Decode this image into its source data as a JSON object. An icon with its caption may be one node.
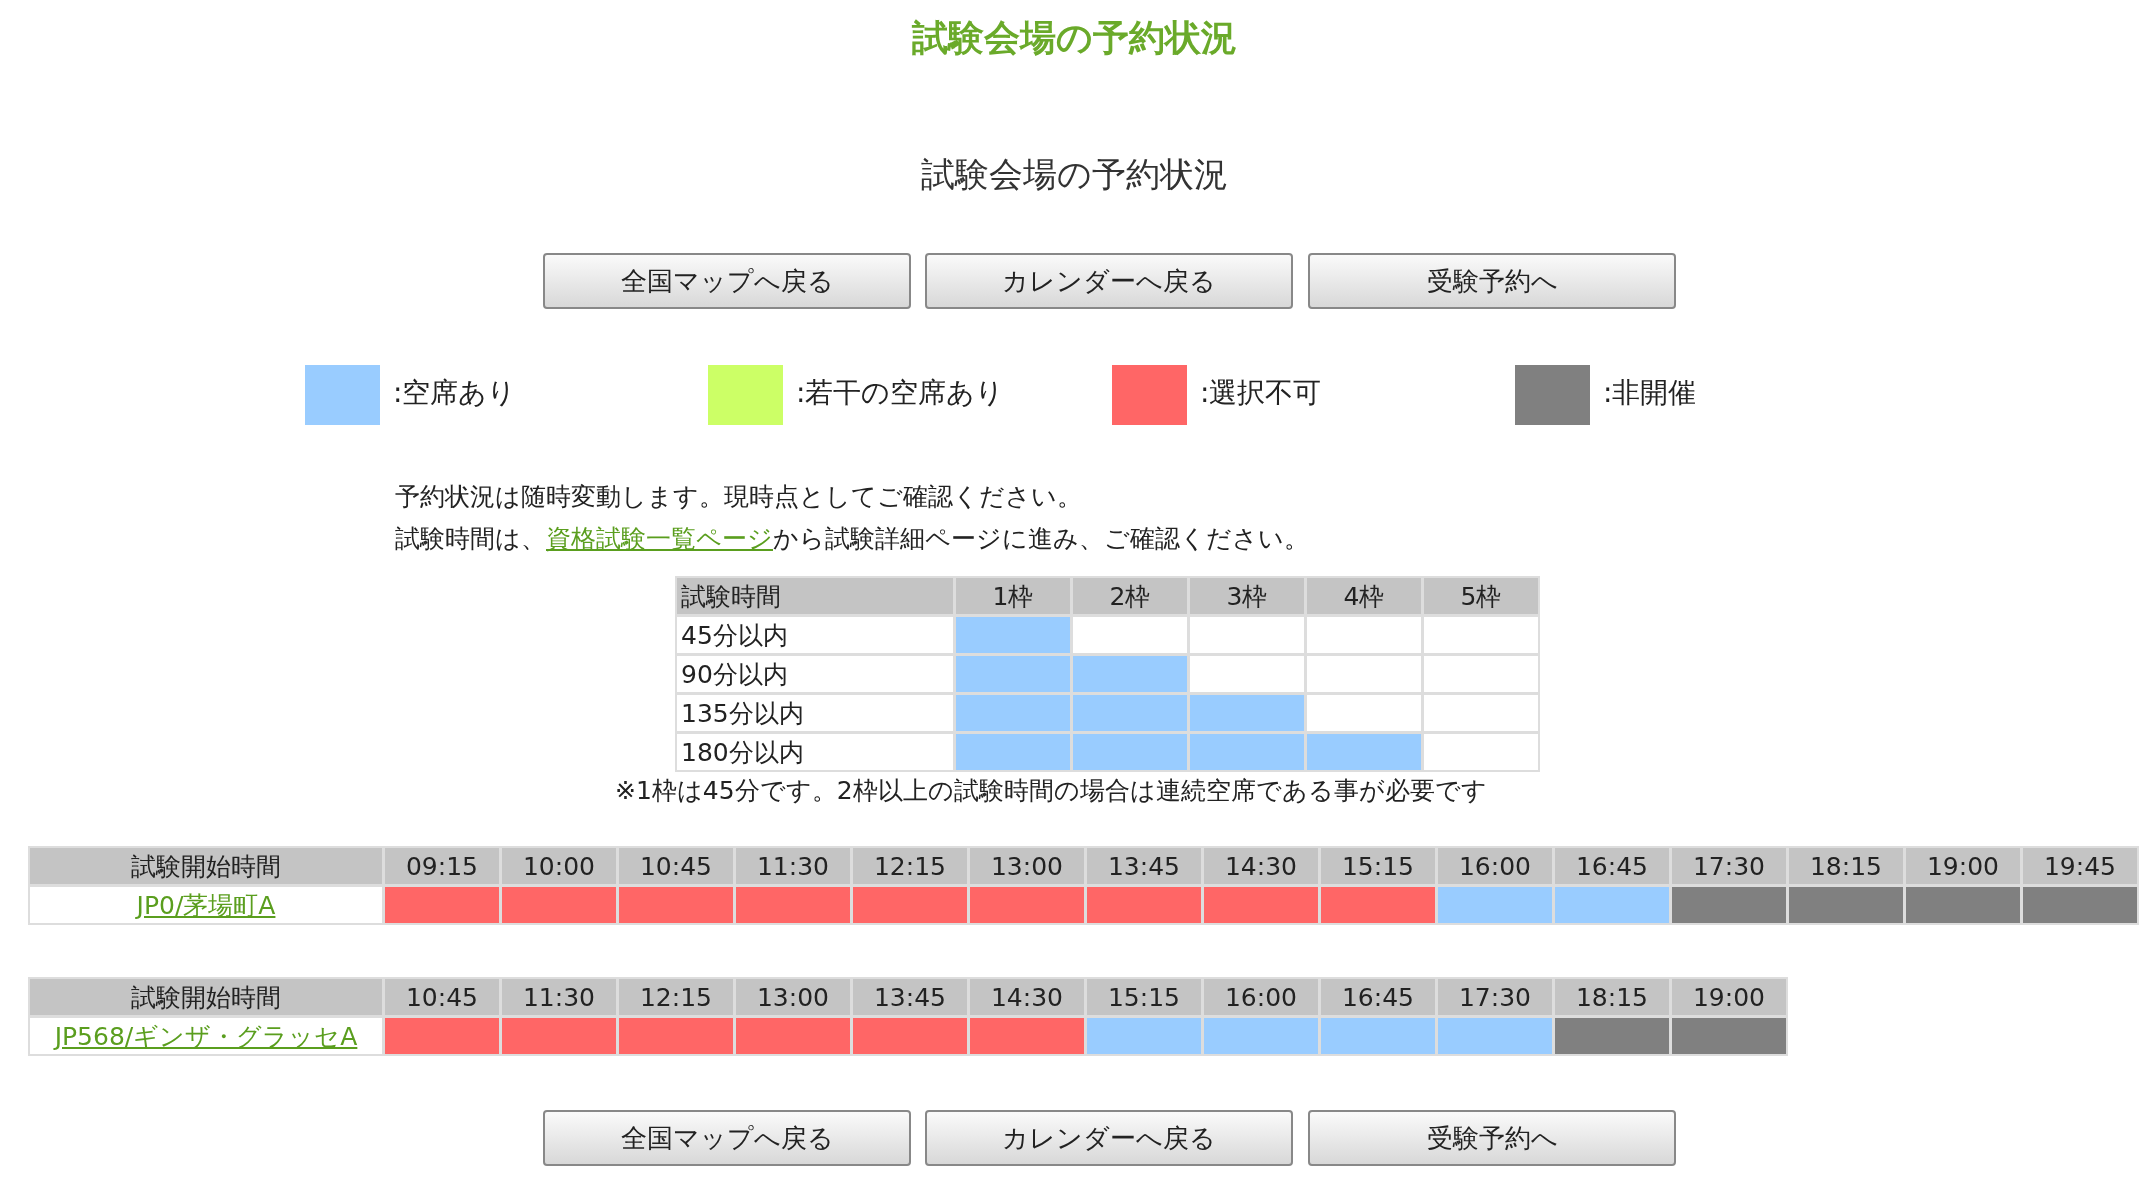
{
  "diagram": {
    "title": "試験会場の予約状況",
    "labels": [
      "試験会場の予約状況",
      "全国マップへ戻る",
      "カレンダーへ戻る",
      "受験予約へ",
      "予約状況は随時変動します。現時点としてご確認ください。",
      "試験時間は、",
      "資格試験一覧ページ",
      "から試験詳細ページに進み、ご確認ください。",
      "試験時間",
      "1枠",
      "2枠",
      "3枠",
      "4枠",
      "5枠",
      "45分以内",
      "90分以内",
      "135分以内",
      "180分以内",
      "※1枠は45分です。2枠以上の試験時間の場合は連続空席である事が必要です",
      "試験開始時間",
      "09:15",
      "10:00",
      "10:45",
      "11:30",
      "12:15",
      "13:00",
      "13:45",
      "14:30",
      "15:15",
      "16:00",
      "16:45",
      "17:30",
      "18:15",
      "19:00",
      "19:45",
      "JP0/茅場町A",
      "試験開始時間",
      "10:45",
      "11:30",
      "12:15",
      "13:00",
      "13:45",
      "14:30",
      "15:15",
      "16:00",
      "16:45",
      "17:30",
      "18:15",
      "19:00",
      "JP568/ギンザ・グラッセA",
      "全国マップへ戻る",
      "カレンダーへ戻る",
      "受験予約へ"
    ],
    "legend": [
      {
        "text": ":空席あり",
        "color": "#99ccff"
      },
      {
        "text": ":若干の空席あり",
        "color": "#ccff66"
      },
      {
        "text": ":選択不可",
        "color": "#ff6666"
      },
      {
        "text": ":非開催",
        "color": "#808080"
      }
    ]
  }
}
